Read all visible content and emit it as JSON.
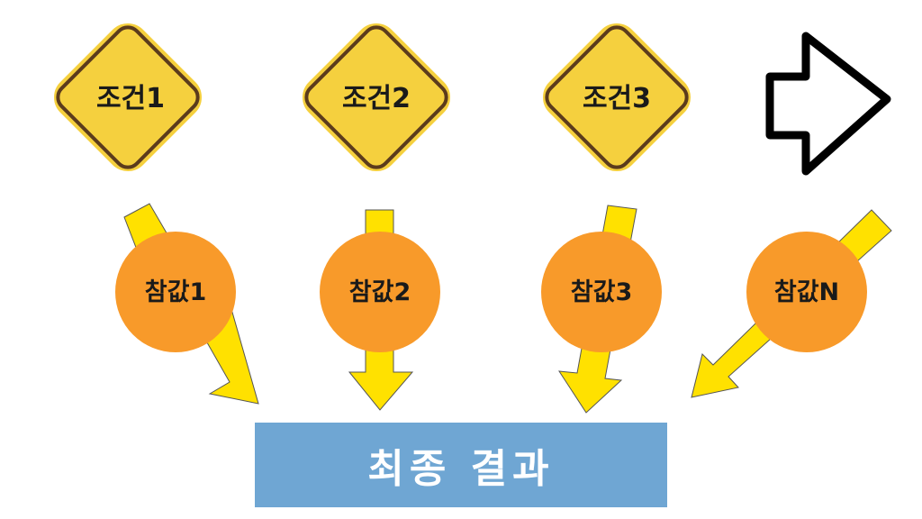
{
  "conditions": [
    "조건1",
    "조건2",
    "조건3"
  ],
  "values": [
    "참값1",
    "참값2",
    "참값3",
    "참값N"
  ],
  "result": "최종 결과",
  "colors": {
    "diamond_fill": "#f5d03e",
    "diamond_border": "#5b3b1c",
    "circle_fill": "#f89a2a",
    "arrow_fill": "#ffe100",
    "result_fill": "#6fa6d3",
    "result_text": "#ffffff"
  },
  "icons": [
    "right-arrow-outline-icon"
  ]
}
